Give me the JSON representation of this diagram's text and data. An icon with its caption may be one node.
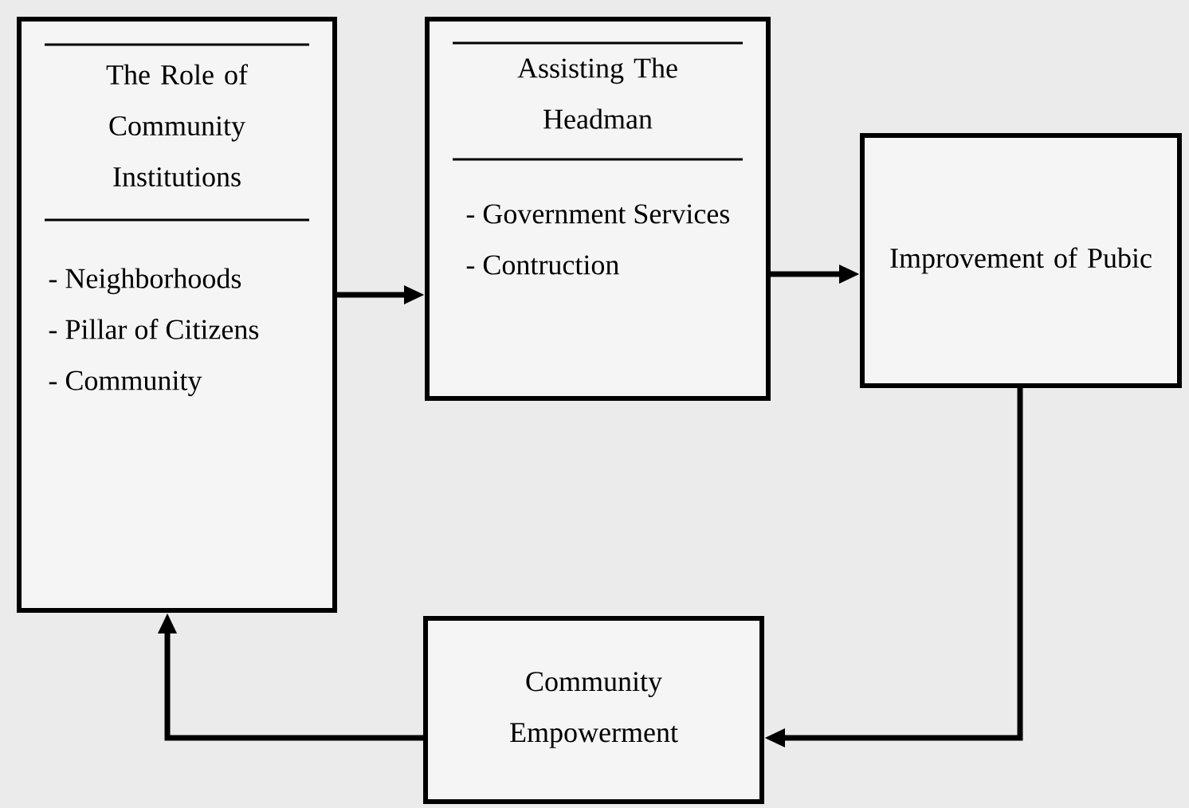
{
  "diagram": {
    "nodes": [
      {
        "text": [
          "The Role of Community Institutions",
          "- Neighborhoods",
          "- Pillar of Citizens",
          "- Community"
        ]
      },
      {
        "text": [
          "Assisting The Headman",
          "- Government Services",
          "- Contruction"
        ]
      },
      {
        "text": [
          "Improvement of Pubic"
        ]
      },
      {
        "text": [
          "Community Empowerment"
        ]
      }
    ],
    "edges": [
      {
        "from": 0,
        "to": 1,
        "arrow": "to"
      },
      {
        "from": 1,
        "to": 2,
        "arrow": "to"
      },
      {
        "from": 2,
        "to": 3,
        "arrow": "to"
      },
      {
        "from": 3,
        "to": 0,
        "arrow": "to"
      }
    ]
  }
}
